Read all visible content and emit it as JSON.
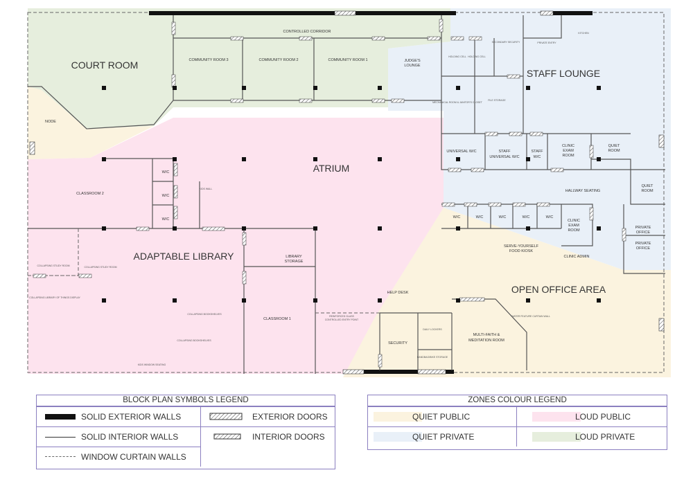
{
  "colors": {
    "quiet_public": "#fbf3df",
    "loud_public": "#fde3ee",
    "quiet_private": "#e9f0f8",
    "loud_private": "#e6eedd",
    "legend_border": "#8b7fc0"
  },
  "rooms": {
    "court_room": "COURT ROOM",
    "controlled_corridor": "CONTROLLED CORRIDOR",
    "community_room_3": "COMMUNITY ROOM 3",
    "community_room_2": "COMMUNITY ROOM 2",
    "community_room_1": "COMMUNITY ROOM 1",
    "judges_lounge_1": "JUDGE'S",
    "judges_lounge_2": "LOUNGE",
    "holding_cell_a": "HOLDING CELL",
    "holding_cell_b": "HOLDING CELL",
    "secondary_security": "SECONDARY SECURITY",
    "private_entry": "PRIVATE ENTRY",
    "kitchen": "KITCHEN",
    "staff_lounge": "STAFF LOUNGE",
    "mechanical": "MECHANICAL ROOM & JANITOR'S CLOSET",
    "file_storage": "FILE STORAGE",
    "node": "NODE",
    "atrium": "ATRIUM",
    "universal_wc": "UNIVERSAL W/C",
    "staff_universal_wc_1": "STAFF",
    "staff_universal_wc_2": "UNIVERSAL W/C",
    "staff_wc_1": "STAFF",
    "staff_wc_2": "W/C",
    "clinic_exam_1a": "CLINIC",
    "clinic_exam_1b": "EXAM",
    "clinic_exam_1c": "ROOM",
    "quiet_room_1a": "QUIET",
    "quiet_room_1b": "ROOM",
    "hallway_seating": "HALLWAY SEATING",
    "quiet_room_2a": "QUIET",
    "quiet_room_2b": "ROOM",
    "wc": "W/C",
    "kids_wall": "KIDS WALL",
    "classroom_2": "CLASSROOM 2",
    "clinic_exam_2a": "CLINIC",
    "clinic_exam_2b": "EXAM",
    "clinic_exam_2c": "ROOM",
    "private_office_1a": "PRIVATE",
    "private_office_1b": "OFFICE",
    "private_office_2a": "PRIVATE",
    "private_office_2b": "OFFICE",
    "adaptable_library": "ADAPTABLE LIBRARY",
    "library_storage_1": "LIBRARY",
    "library_storage_2": "STORAGE",
    "kiosk_1": "SERVE-YOURSELF",
    "kiosk_2": "FOOD KIOSK",
    "clinic_admin": "CLINIC ADMIN",
    "collapsing_study_room": "COLLAPSING STUDY ROOM",
    "open_office_area": "OPEN OFFICE AREA",
    "help_desk": "HELP DESK",
    "library_of_things": "COLLAPSING LIBRARY OF THINGS DISPLAY",
    "classroom_1": "CLASSROOM 1",
    "collapsing_bookshelves": "COLLAPSING BOOKSHELVES",
    "entry_point_1": "REINFORCED GLASS",
    "entry_point_2": "CONTROLLED ENTRY POINT",
    "water_feature": "WATER FEATURE CURTAIN WALL",
    "daily_lockers": "DAILY LOCKERS",
    "multifaith_1": "MULTI-FAITH &",
    "multifaith_2": "MEDITATION ROOM",
    "security": "SECURITY",
    "handbag_storage": "HANDBAG/BIKE STORAGE",
    "kids_window_seating": "KIDS WINDOW SEATING"
  },
  "symbols_legend": {
    "title": "BLOCK PLAN SYMBOLS LEGEND",
    "solid_exterior_walls": "SOLID EXTERIOR WALLS",
    "exterior_doors": "EXTERIOR DOORS",
    "solid_interior_walls": "SOLID INTERIOR WALLS",
    "interior_doors": "INTERIOR DOORS",
    "window_curtain_walls": "WINDOW CURTAIN WALLS"
  },
  "zones_legend": {
    "title": "ZONES COLOUR LEGEND",
    "quiet_public": "QUIET PUBLIC",
    "loud_public": "LOUD PUBLIC",
    "quiet_private": "QUIET PRIVATE",
    "loud_private": "LOUD PRIVATE"
  }
}
